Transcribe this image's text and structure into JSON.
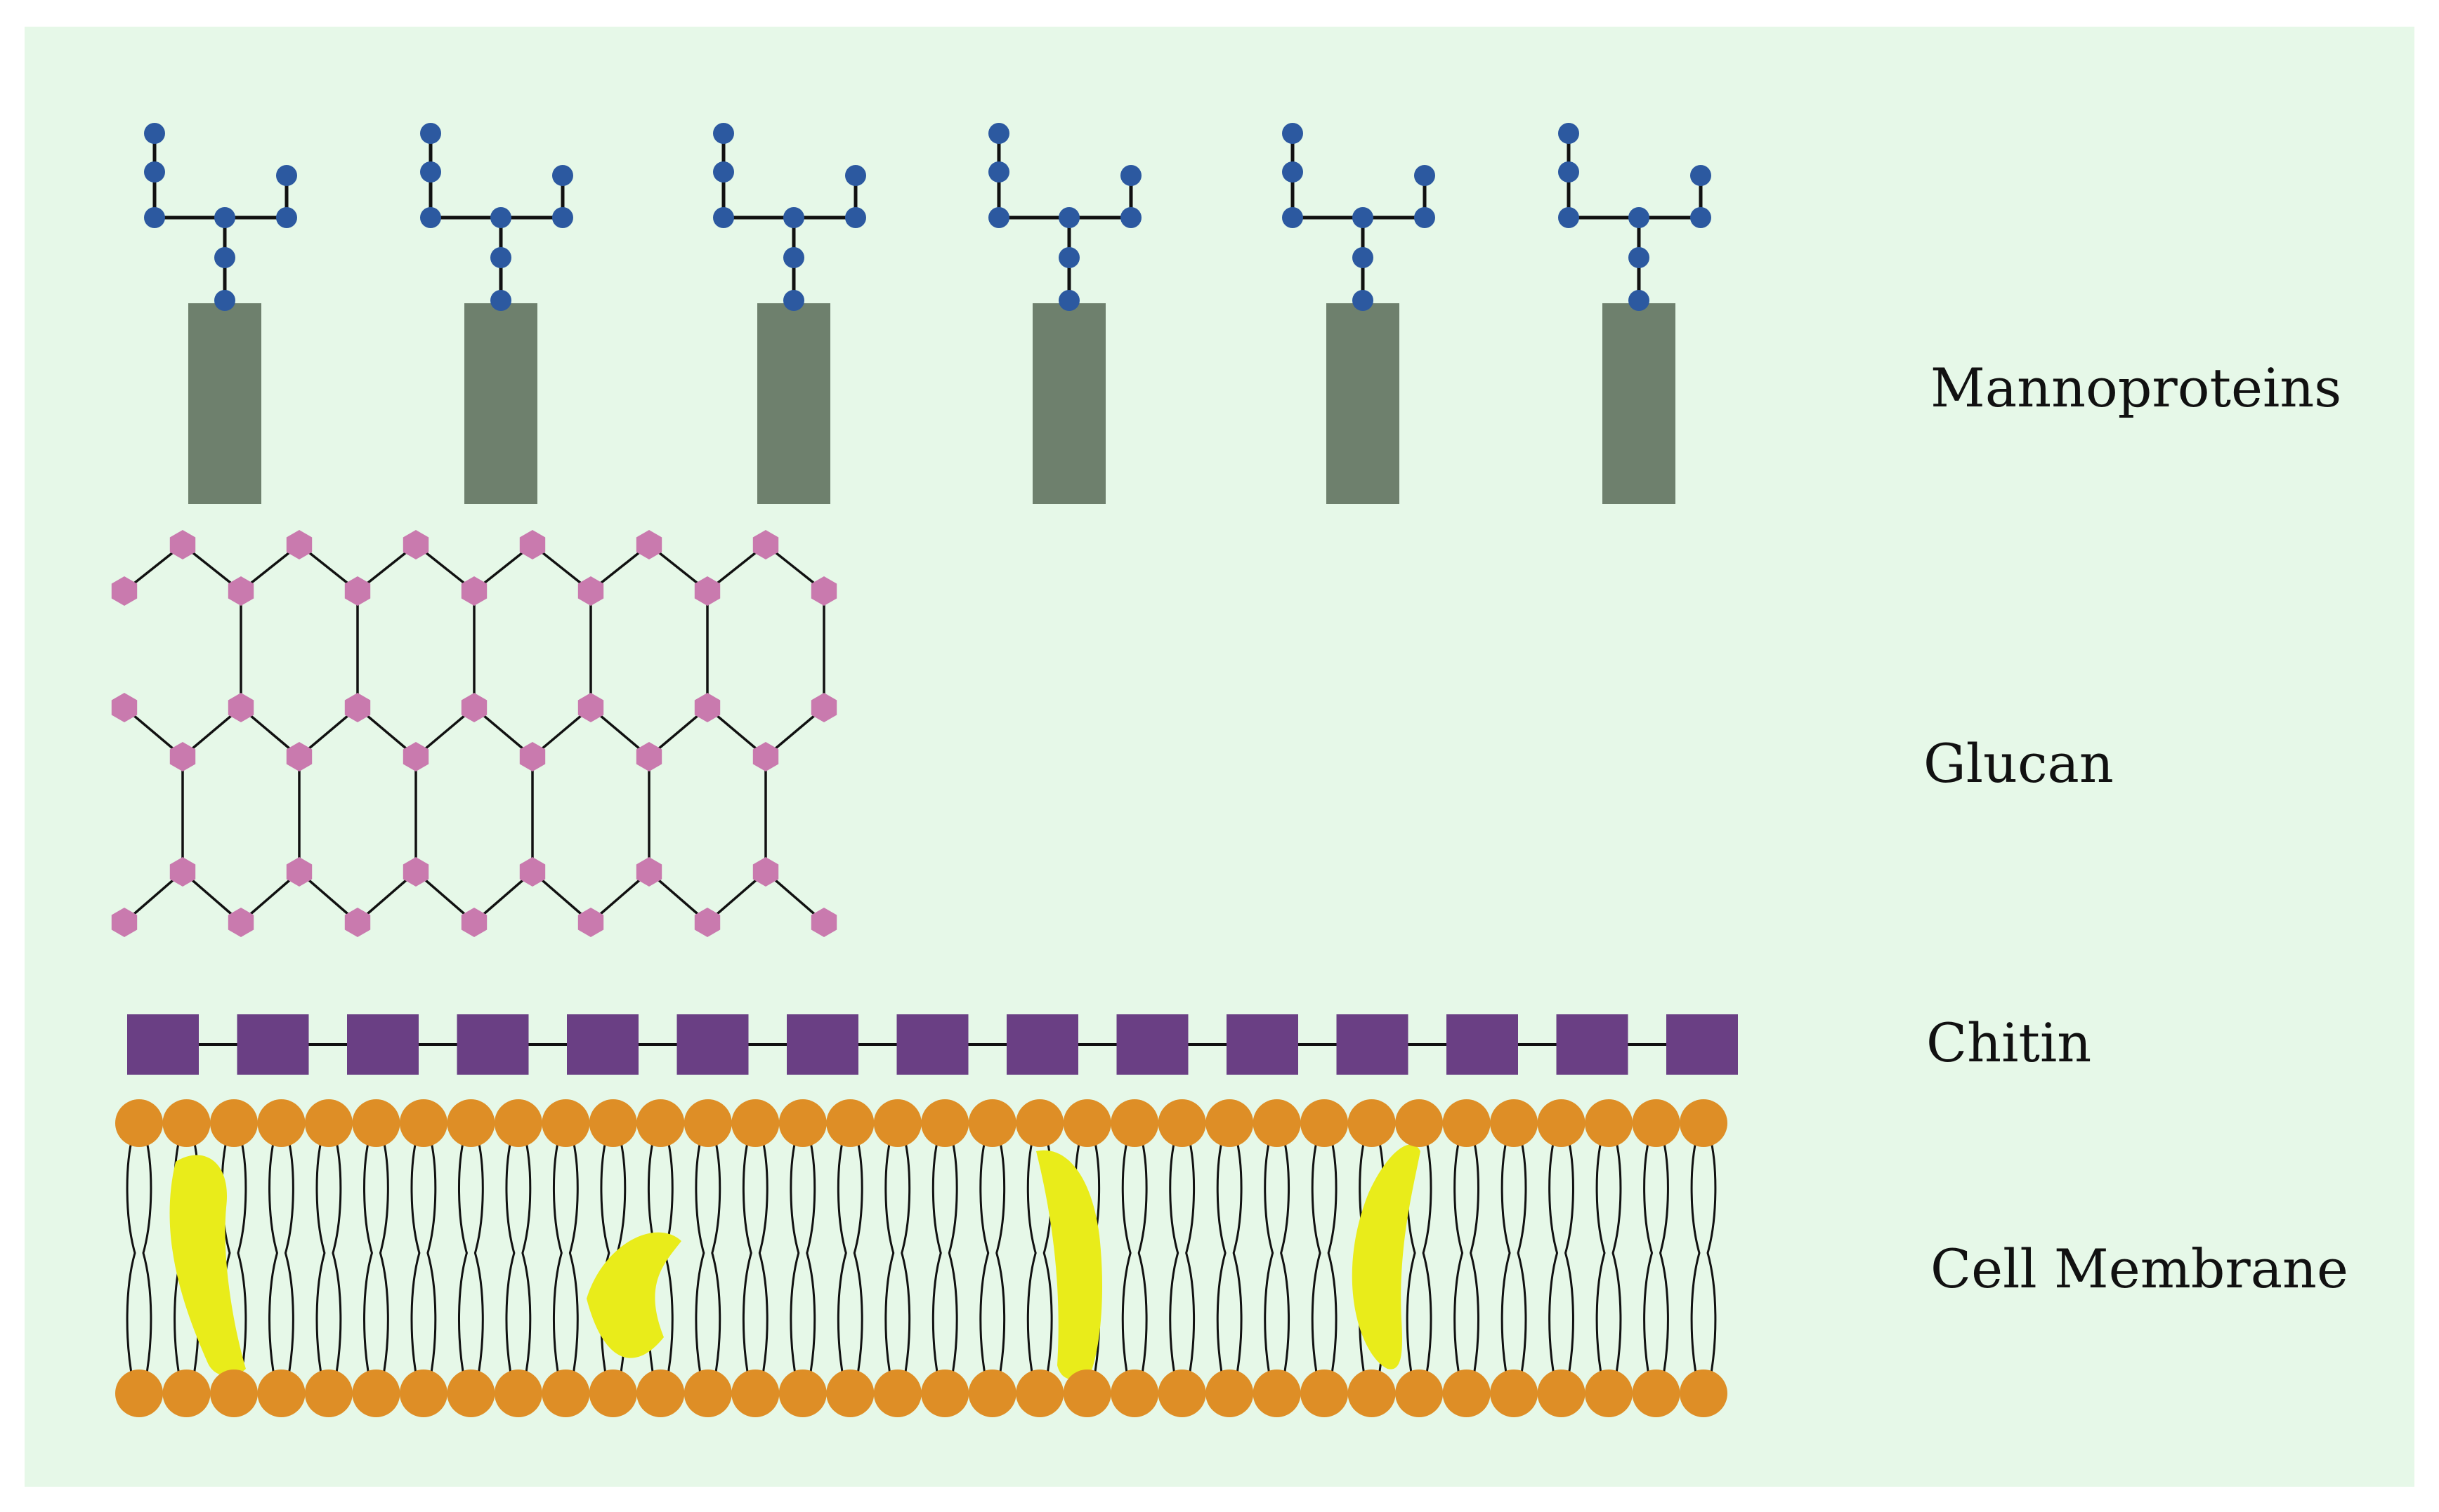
{
  "labels": {
    "mannoproteins": "Mannoproteins",
    "glucan": "Glucan",
    "chitin": "Chitin",
    "cell_membrane": "Cell Membrane"
  },
  "colors": {
    "background": "#e6f8e8",
    "protein": "#6e806d",
    "mannose": "#2c59a0",
    "glucose": "#c97aae",
    "chitin": "#6a3f84",
    "lipid_head": "#de8e26",
    "membrane_protein": "#e9ec1a",
    "line": "#111111"
  }
}
